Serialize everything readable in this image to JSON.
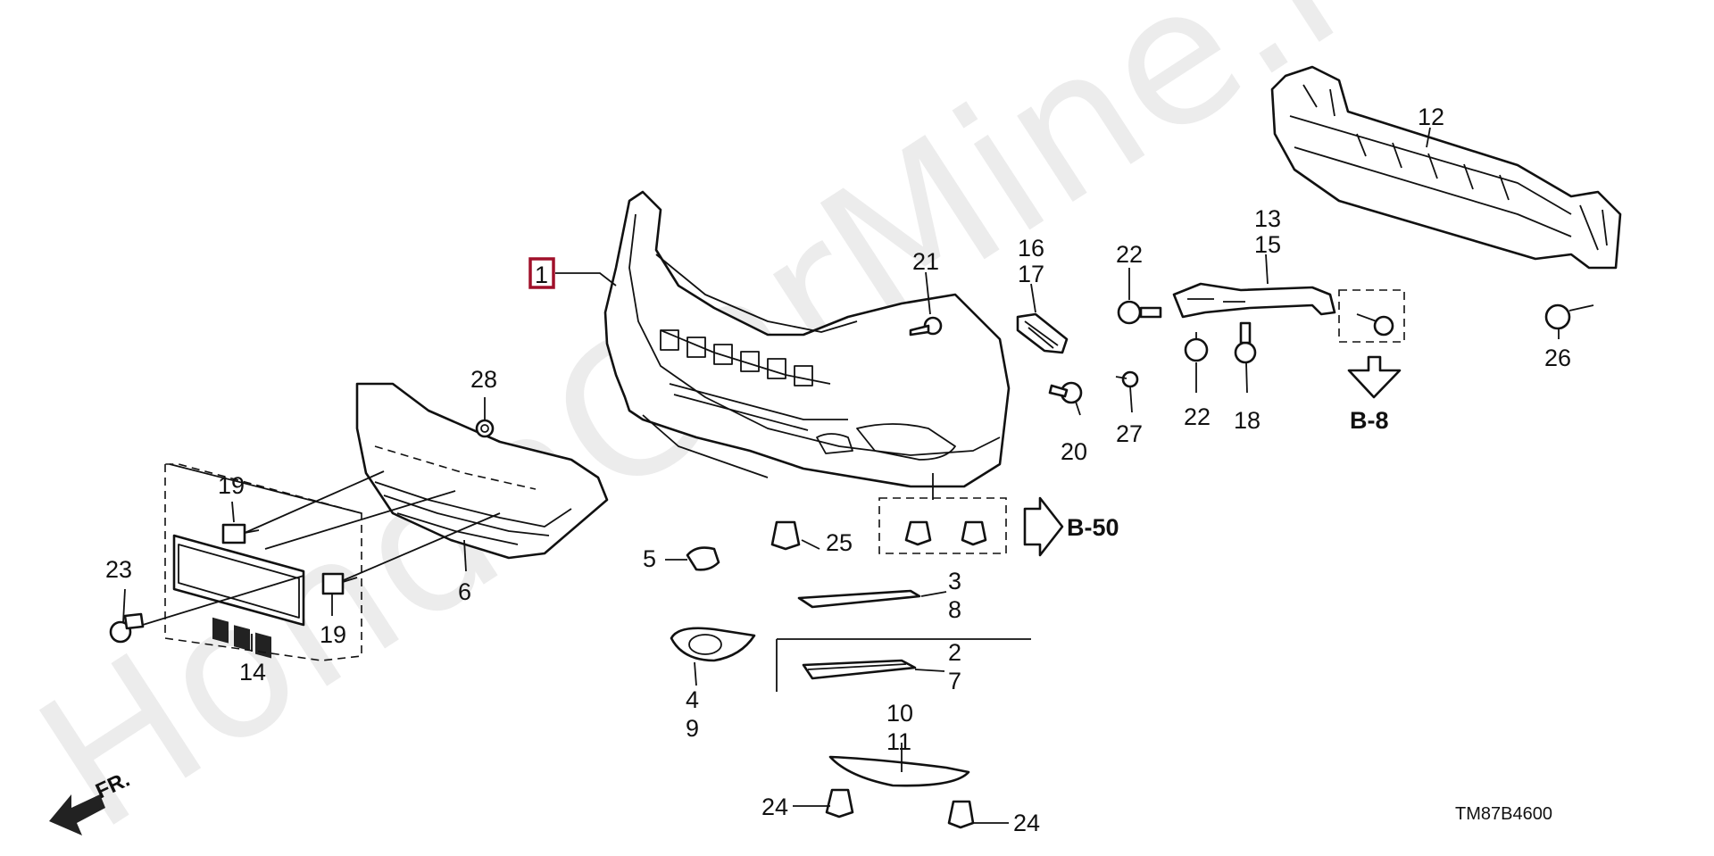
{
  "watermark": "HondaCarMine.ru",
  "drawing_code": "TM87B4600",
  "front_indicator": "FR.",
  "highlighted_part": "1",
  "part_labels": {
    "p2": "2",
    "p3": "3",
    "p4": "4",
    "p5": "5",
    "p6": "6",
    "p7": "7",
    "p8": "8",
    "p9": "9",
    "p10": "10",
    "p11": "11",
    "p12": "12",
    "p13": "13",
    "p14": "14",
    "p15": "15",
    "p16": "16",
    "p17": "17",
    "p18": "18",
    "p19a": "19",
    "p19b": "19",
    "p20": "20",
    "p21": "21",
    "p22a": "22",
    "p22b": "22",
    "p23": "23",
    "p24a": "24",
    "p24b": "24",
    "p25": "25",
    "p26": "26",
    "p27": "27",
    "p28": "28"
  },
  "references": {
    "b50": "B-50",
    "b8": "B-8"
  },
  "colors": {
    "highlight": "#a0102a",
    "ink": "#111111",
    "watermark": "#ececec"
  }
}
